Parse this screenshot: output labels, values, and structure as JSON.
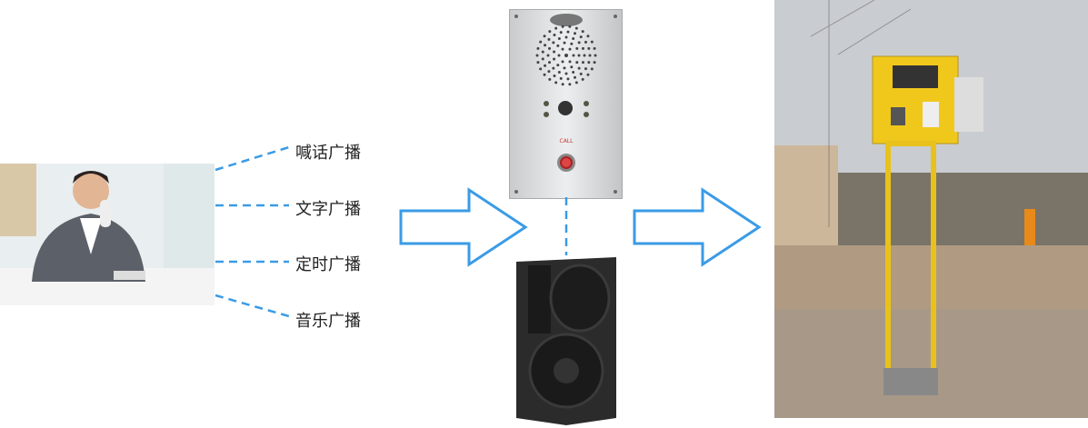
{
  "labels": [
    "喊话广播",
    "文字广播",
    "定时广播",
    "音乐广播"
  ],
  "panel": {
    "call": "CALL"
  },
  "colors": {
    "connector": "#3a9be6",
    "arrow_stroke": "#3a9be6",
    "pole": "#e8c21a"
  }
}
